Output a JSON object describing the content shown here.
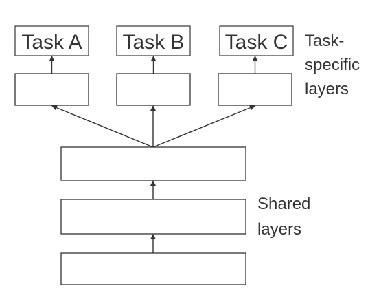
{
  "tasks": [
    "Task A",
    "Task B",
    "Task C"
  ],
  "task_specific_label": [
    "Task-",
    "specific",
    "layers"
  ],
  "shared_label": [
    "Shared",
    "layers"
  ],
  "colors": {
    "stroke": "#333333",
    "text": "#333333",
    "background": "#ffffff"
  }
}
